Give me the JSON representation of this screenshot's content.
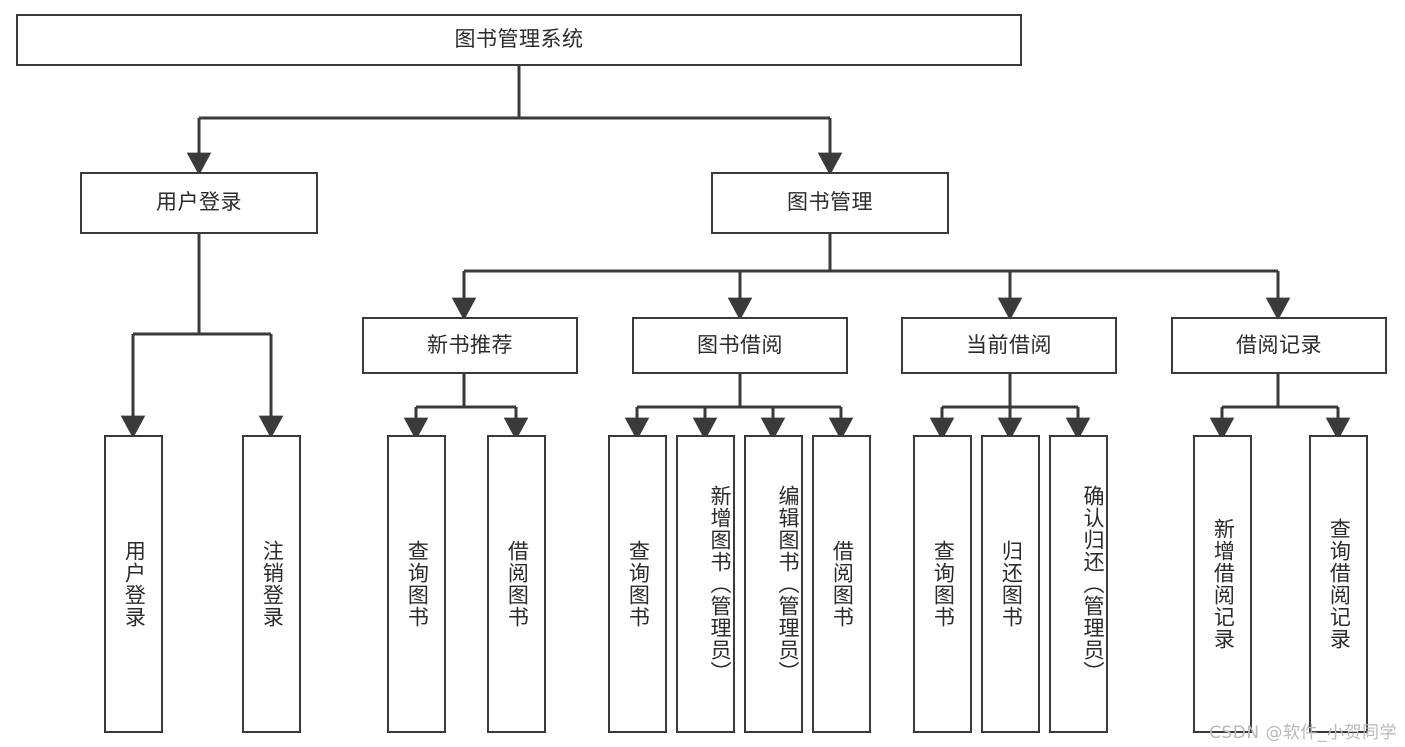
{
  "diagram": {
    "type": "tree",
    "title": "图书管理系统",
    "stroke_color": "#3a3a3a",
    "text_color": "#2b2b2b",
    "background": "#ffffff",
    "levels": 4
  },
  "root": {
    "label": "图书管理系统"
  },
  "level2": [
    {
      "label": "用户登录"
    },
    {
      "label": "图书管理"
    }
  ],
  "level3": [
    {
      "label": "新书推荐"
    },
    {
      "label": "图书借阅"
    },
    {
      "label": "当前借阅"
    },
    {
      "label": "借阅记录"
    }
  ],
  "leaves": {
    "user_login": [
      {
        "label": "用户登录"
      },
      {
        "label": "注销登录"
      }
    ],
    "new_book": [
      {
        "label": "查询图书"
      },
      {
        "label": "借阅图书"
      }
    ],
    "book_borrow": [
      {
        "label": "查询图书"
      },
      {
        "label": "新增图书（管理员）"
      },
      {
        "label": "编辑图书（管理员）"
      },
      {
        "label": "借阅图书"
      }
    ],
    "current_borrow": [
      {
        "label": "查询图书"
      },
      {
        "label": "归还图书"
      },
      {
        "label": "确认归还（管理员）"
      }
    ],
    "borrow_record": [
      {
        "label": "新增借阅记录"
      },
      {
        "label": "查询借阅记录"
      }
    ]
  },
  "watermark": {
    "text": "CSDN @软件_小贺同学"
  }
}
